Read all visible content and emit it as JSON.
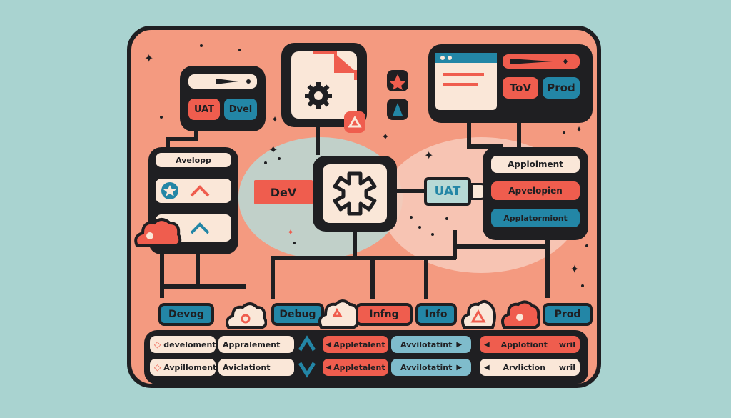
{
  "top_left": {
    "btn_left": "UAT",
    "btn_right": "Dvel"
  },
  "top_right": {
    "btn_left": "ToV",
    "btn_right": "Prod"
  },
  "left_panel": {
    "title": "Avelopp"
  },
  "right_panel": {
    "items": [
      "Applolment",
      "Apvelopien",
      "Applatormiont"
    ]
  },
  "center": {
    "dev_label": "DeV",
    "uat_label": "UAT"
  },
  "bottom": {
    "tabs": [
      "Devog",
      "Debug",
      "Infng",
      "Info",
      "Prod"
    ],
    "rows": {
      "left": [
        [
          "develoment",
          "Appralement"
        ],
        [
          "Avpilloment",
          "Aviclationt"
        ]
      ],
      "middle": [
        [
          "Appletalent",
          "Avvilotatint"
        ],
        [
          "Appletalent",
          "Avvilotatint"
        ]
      ],
      "right": [
        [
          "Applotiont",
          "wril"
        ],
        [
          "Arvliction",
          "wril"
        ]
      ]
    }
  },
  "colors": {
    "background": "#a9d3d0",
    "board": "#f49a80",
    "outline": "#1f1f22",
    "blue": "#2386a6",
    "coral": "#ef5d4e",
    "cream": "#fae7d8"
  },
  "icons": [
    "gear-icon",
    "star-icon",
    "triangle-icon",
    "cloud-icon",
    "chevron-icon",
    "document-icon"
  ]
}
